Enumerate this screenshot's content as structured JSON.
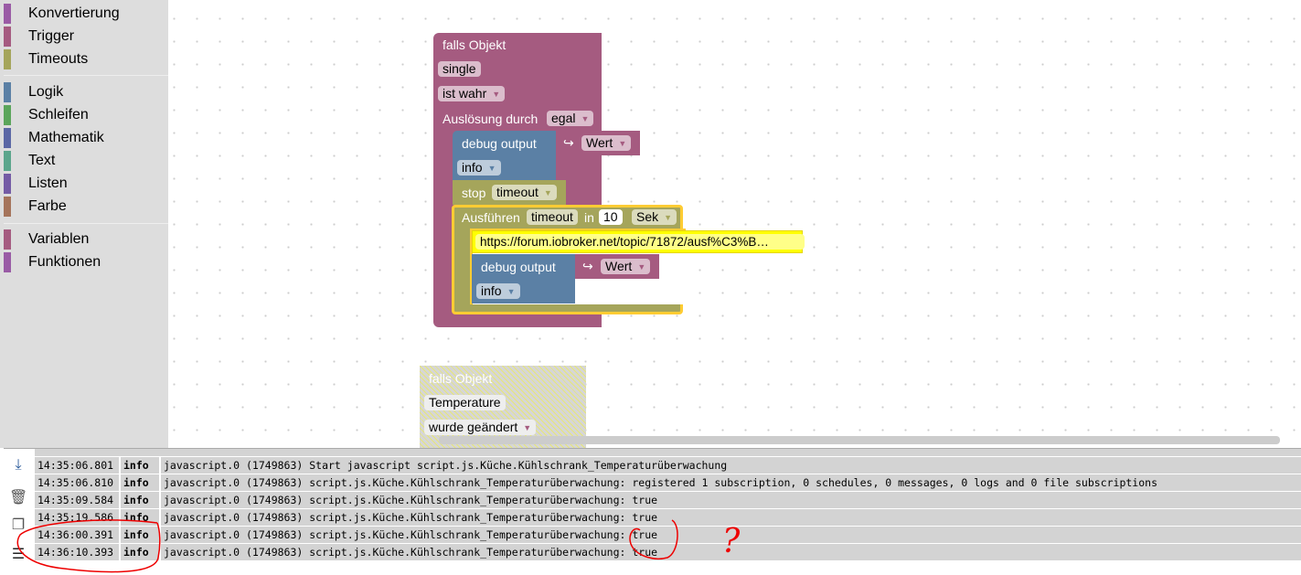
{
  "sidebar": {
    "categories": [
      {
        "label": "Konvertierung",
        "color": "#9a5ba5"
      },
      {
        "label": "Trigger",
        "color": "#a55b80"
      },
      {
        "label": "Timeouts",
        "color": "#a5a55b"
      },
      {
        "label": "Logik",
        "color": "#5b80a5"
      },
      {
        "label": "Schleifen",
        "color": "#5ba55b"
      },
      {
        "label": "Mathematik",
        "color": "#5b67a5"
      },
      {
        "label": "Text",
        "color": "#5ba58c"
      },
      {
        "label": "Listen",
        "color": "#745ba5"
      },
      {
        "label": "Farbe",
        "color": "#a5745b"
      },
      {
        "label": "Variablen",
        "color": "#a55b80"
      },
      {
        "label": "Funktionen",
        "color": "#995ba5"
      }
    ]
  },
  "blocks": {
    "trigger": {
      "title": "falls Objekt",
      "object": "single",
      "condition": "ist wahr",
      "by_label": "Auslösung durch",
      "by_value": "egal"
    },
    "debug1": {
      "title": "debug output",
      "value": "Wert",
      "level": "info",
      "value_icon": "↪"
    },
    "stop": {
      "title": "stop",
      "name": "timeout"
    },
    "timeout": {
      "title": "Ausführen",
      "name": "timeout",
      "in_label": "in",
      "amount": "10",
      "unit": "Sek"
    },
    "comment": "https://forum.iobroker.net/topic/71872/ausf%C3%B…",
    "debug2": {
      "title": "debug output",
      "value": "Wert",
      "level": "info",
      "value_icon": "↪"
    },
    "trigger2": {
      "title": "falls Objekt",
      "object": "Temperature",
      "condition": "wurde geändert"
    }
  },
  "log": {
    "rows": [
      {
        "time": "14:35:06.801",
        "level": "info",
        "message": "javascript.0 (1749863) Start javascript script.js.Küche.Kühlschrank_Temperaturüberwachung"
      },
      {
        "time": "14:35:06.810",
        "level": "info",
        "message": "javascript.0 (1749863) script.js.Küche.Kühlschrank_Temperaturüberwachung: registered 1 subscription, 0 schedules, 0 messages, 0 logs and 0 file subscriptions"
      },
      {
        "time": "14:35:09.584",
        "level": "info",
        "message": "javascript.0 (1749863) script.js.Küche.Kühlschrank_Temperaturüberwachung: true"
      },
      {
        "time": "14:35:19.586",
        "level": "info",
        "message": "javascript.0 (1749863) script.js.Küche.Kühlschrank_Temperaturüberwachung: true"
      },
      {
        "time": "14:36:00.391",
        "level": "info",
        "message": "javascript.0 (1749863) script.js.Küche.Kühlschrank_Temperaturüberwachung: true"
      },
      {
        "time": "14:36:10.393",
        "level": "info",
        "message": "javascript.0 (1749863) script.js.Küche.Kühlschrank_Temperaturüberwachung: true"
      }
    ]
  },
  "annotation": {
    "mark": "?"
  }
}
